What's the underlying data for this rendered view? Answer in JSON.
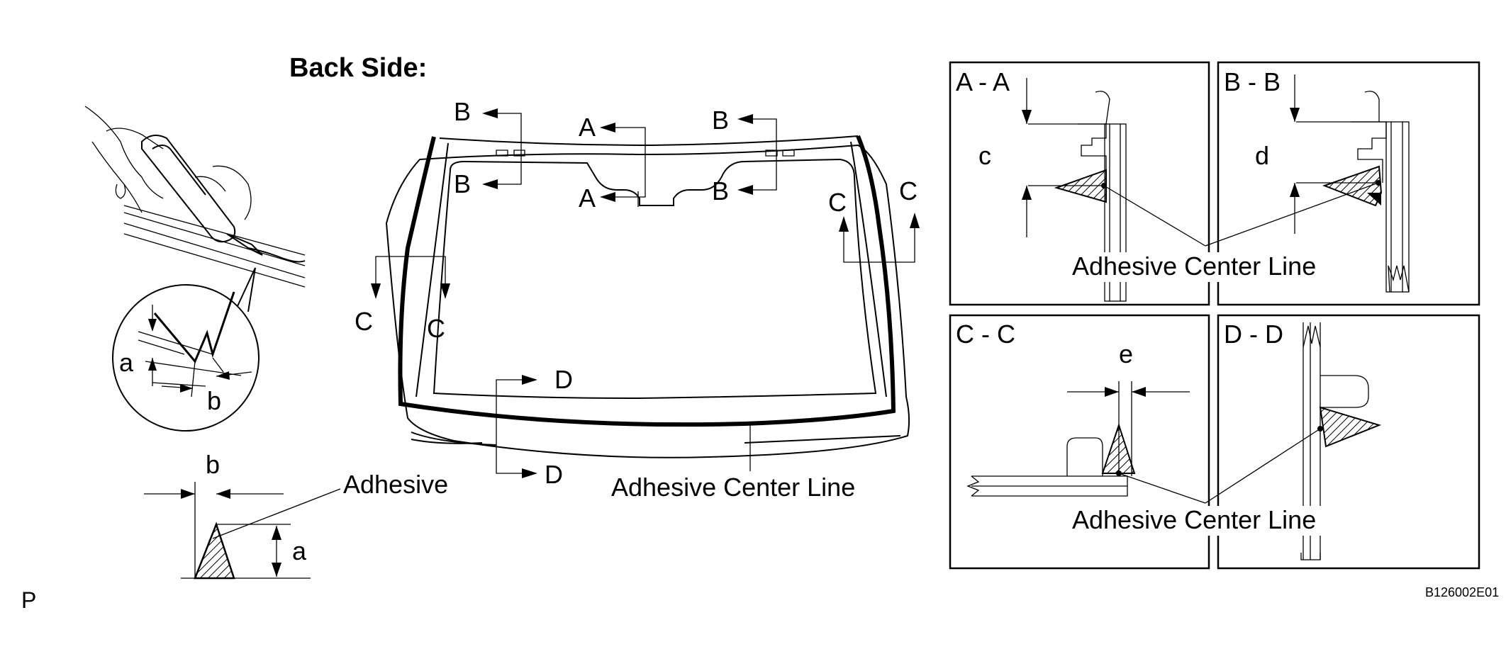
{
  "title": "Back Side:",
  "page_marker": "P",
  "figure_code": "B126002E01",
  "windshield": {
    "section_letters": {
      "a_top": "A",
      "a_bottom": "A",
      "b_left_top": "B",
      "b_left_bottom": "B",
      "b_right_top": "B",
      "b_right_bottom": "B",
      "c_left_1": "C",
      "c_left_2": "C",
      "c_right_1": "C",
      "c_right_2": "C",
      "d_top": "D",
      "d_bottom": "D"
    },
    "center_line_label": "Adhesive Center Line"
  },
  "bead_zoom": {
    "a_label": "a",
    "b_label": "b"
  },
  "bead_profile": {
    "b_label": "b",
    "a_label": "a",
    "adhesive_label": "Adhesive"
  },
  "sections": {
    "aa": {
      "title": "A - A",
      "dim_label": "c"
    },
    "bb": {
      "title": "B - B",
      "dim_label": "d"
    },
    "cc": {
      "title": "C - C",
      "dim_label": "e"
    },
    "dd": {
      "title": "D - D"
    },
    "top_center_line_label": "Adhesive Center Line",
    "bottom_center_line_label": "Adhesive Center Line"
  }
}
